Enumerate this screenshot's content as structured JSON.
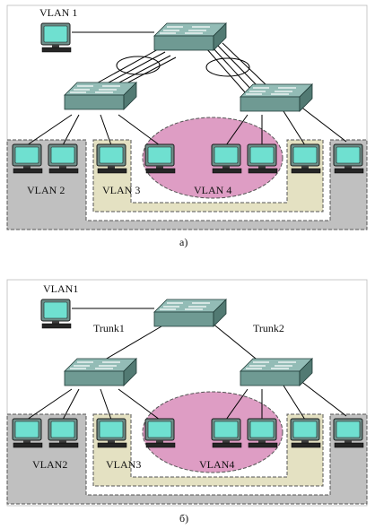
{
  "colors": {
    "switch_top": "#93bcb6",
    "switch_front": "#6f9a93",
    "switch_side": "#527a73",
    "monitor_screen": "#6fe0d0",
    "monitor_body": "#6f8f8a",
    "vlan2_fill": "#c0c0c0",
    "vlan3_fill": "#e4e1c2",
    "vlan4_fill": "#de9dc4",
    "panel_border": "#777777"
  },
  "icons": {
    "switch": "network-switch-icon",
    "workstation": "workstation-monitor-icon"
  },
  "diagram_a": {
    "caption": "а)",
    "vlan1_label": "VLAN 1",
    "vlan2_label": "VLAN 2",
    "vlan3_label": "VLAN 3",
    "vlan4_label": "VLAN 4"
  },
  "diagram_b": {
    "caption": "б)",
    "vlan1_label": "VLAN1",
    "vlan2_label": "VLAN2",
    "vlan3_label": "VLAN3",
    "vlan4_label": "VLAN4",
    "trunk1_label": "Trunk1",
    "trunk2_label": "Trunk2"
  }
}
